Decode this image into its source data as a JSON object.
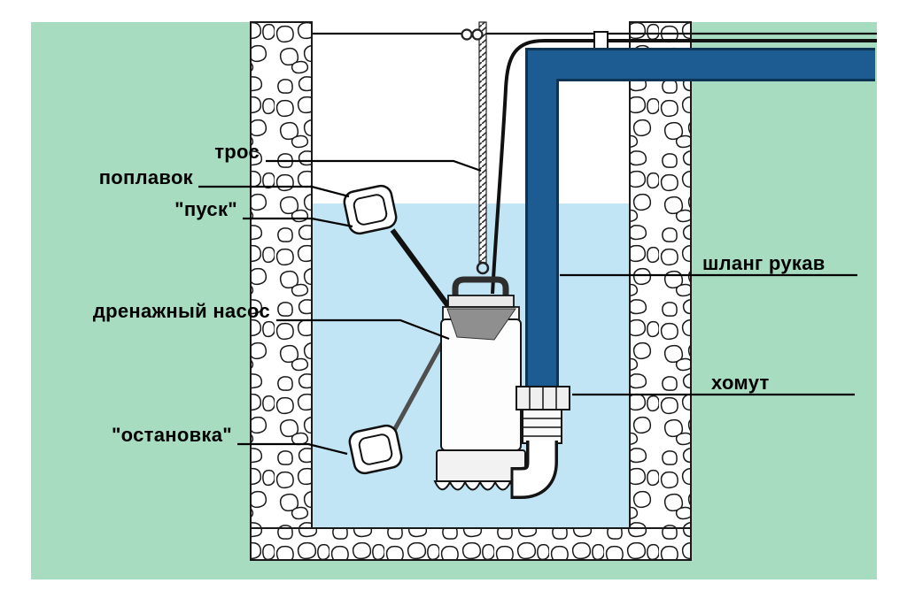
{
  "diagram": {
    "labels": {
      "rope": "трос",
      "float": "поплавок",
      "start": "\"пуск\"",
      "pump": "дренажный насос",
      "stop": "\"остановка\"",
      "hose": "шланг рукав",
      "clamp": "хомут"
    },
    "colors": {
      "background": "#a7dcc0",
      "page": "#ffffff",
      "water": "#c2e5f6",
      "pipe": "#1c5c92",
      "outline": "#141414"
    }
  }
}
